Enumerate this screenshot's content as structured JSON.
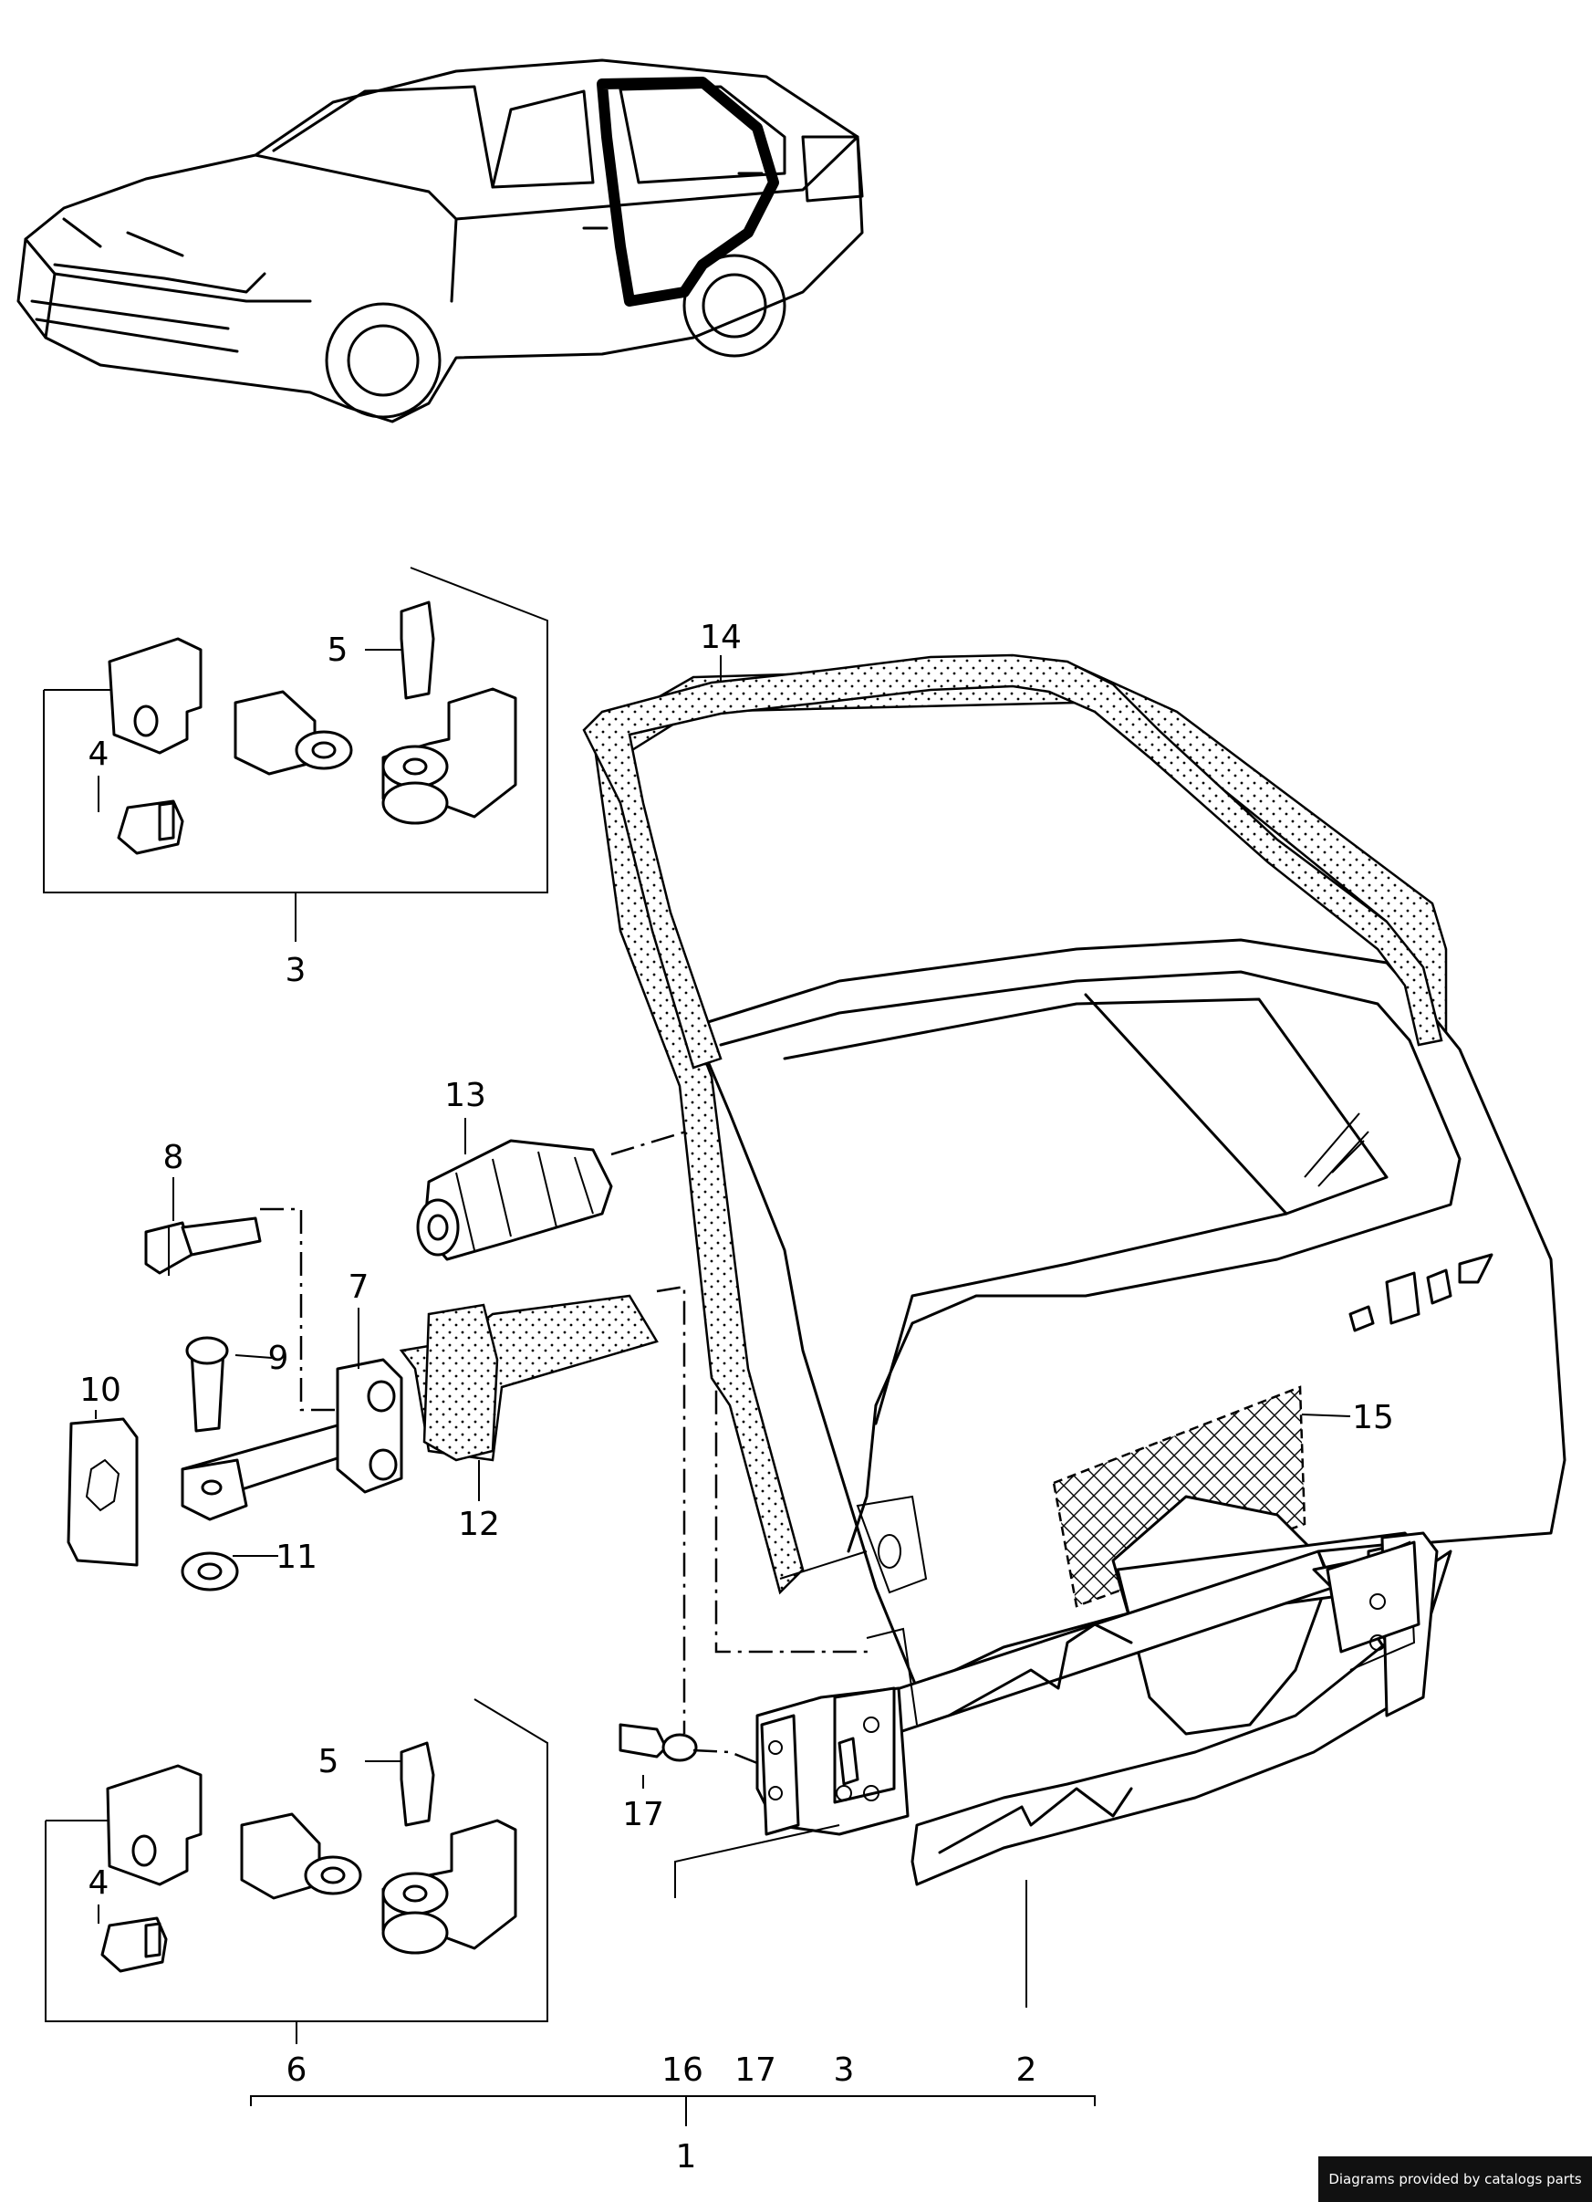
{
  "callouts": {
    "c1": "1",
    "c2": "2",
    "c3_top": "3",
    "c3_bottom": "3",
    "c4_top": "4",
    "c4_bottom": "4",
    "c5_top": "5",
    "c5_bottom": "5",
    "c6": "6",
    "c7": "7",
    "c8": "8",
    "c9": "9",
    "c10": "10",
    "c11": "11",
    "c12": "12",
    "c13": "13",
    "c14": "14",
    "c15": "15",
    "c16": "16",
    "c17_left": "17",
    "c17_bottom": "17"
  },
  "footer": {
    "credit": "Diagrams provided by catalogs parts"
  }
}
